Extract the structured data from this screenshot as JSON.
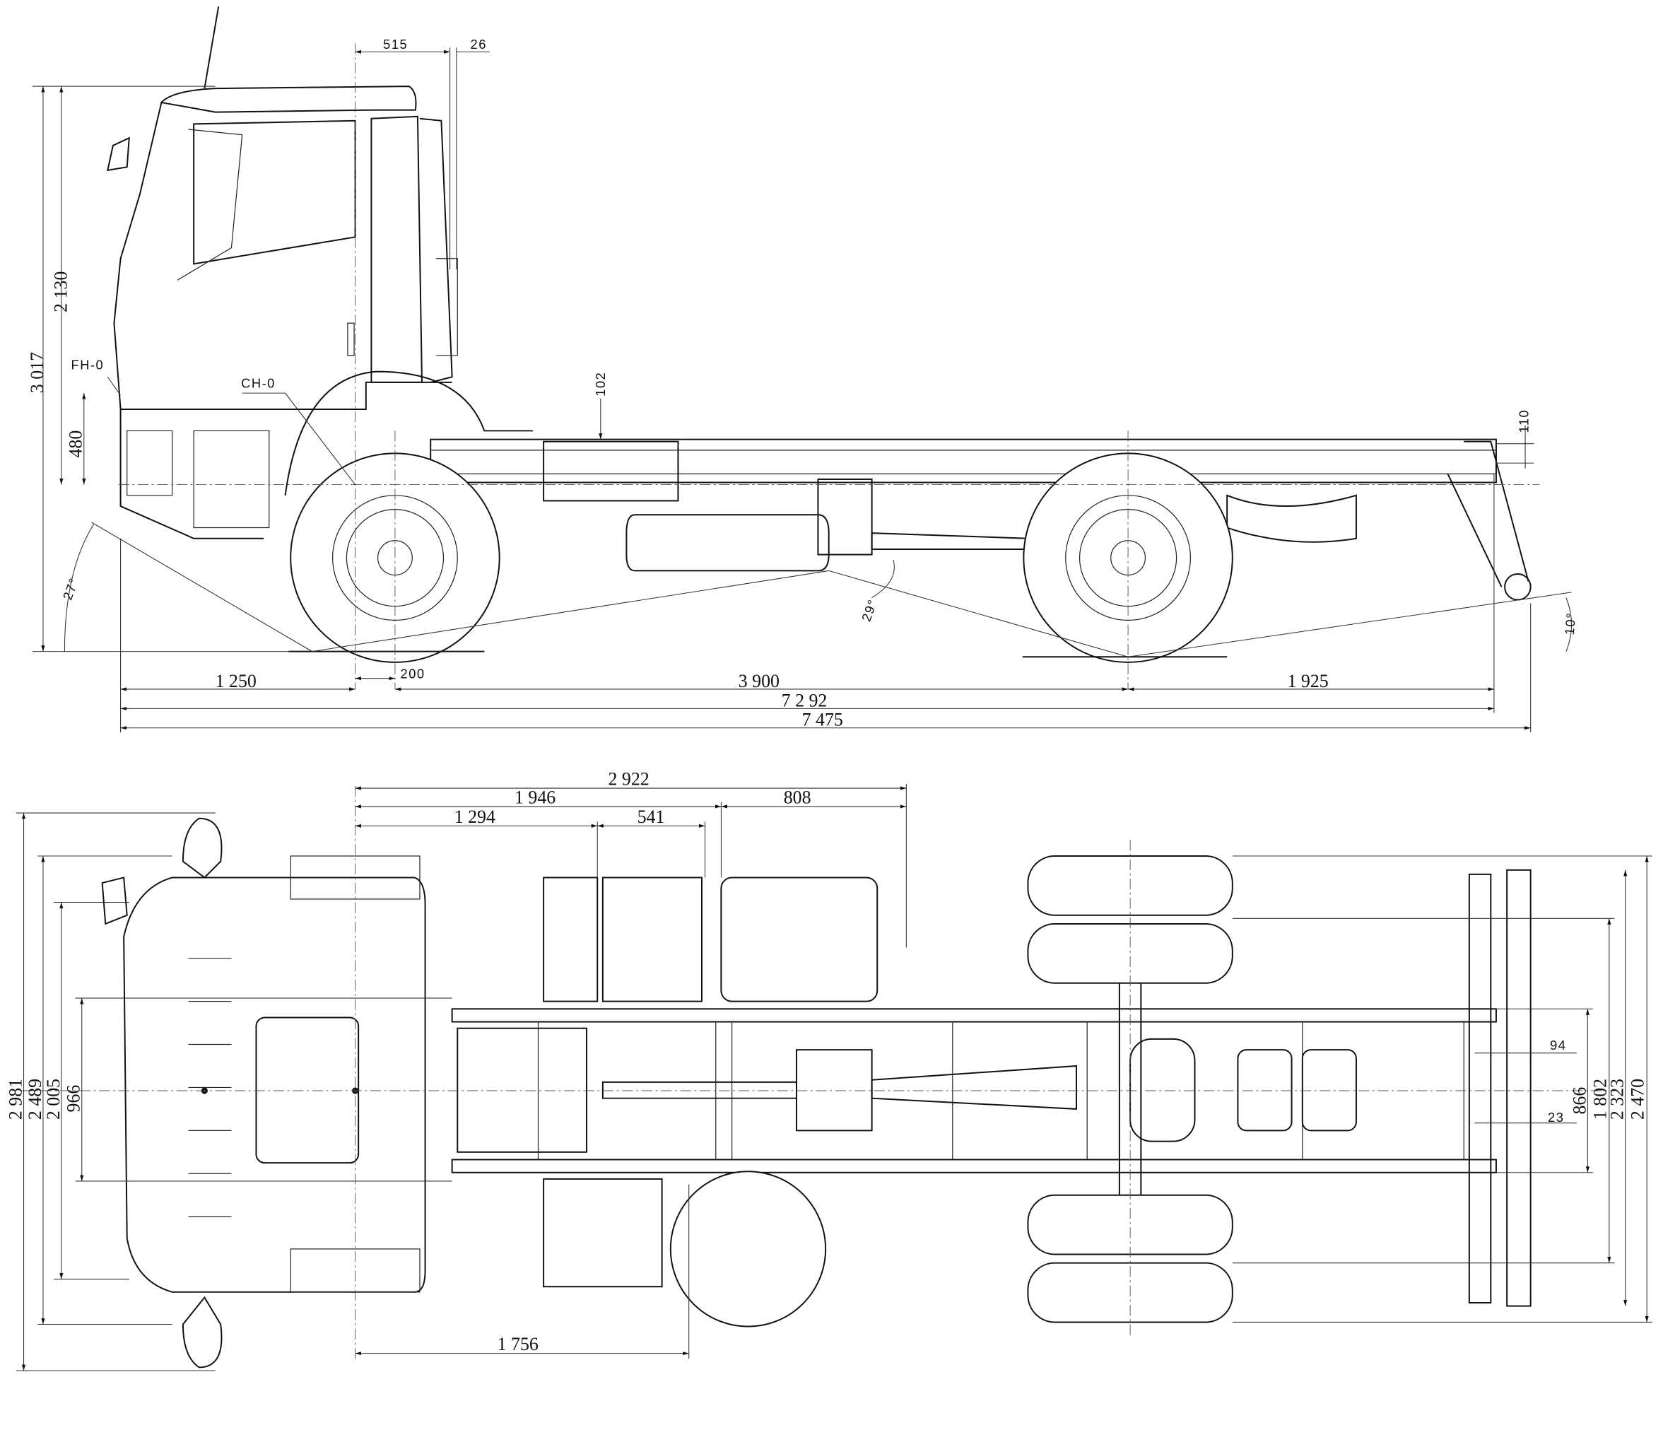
{
  "side_view": {
    "dims": {
      "cab_offset": "515",
      "cab_gap": "26",
      "overall_height": "3 017",
      "cab_height": "2 130",
      "frame_height": "480",
      "frame_top_rise": "102",
      "rear_frame": "110",
      "front_overhang": "1 250",
      "axle_offset": "200",
      "wheelbase": "3 900",
      "rear_overhang": "1 925",
      "frame_length": "7 2 92",
      "overall_length": "7 475"
    },
    "angles": {
      "approach": "27°",
      "ramp": "29°",
      "departure": "10°"
    },
    "markers": {
      "front_height_ref": "FH-0",
      "chassis_height_ref": "CH-0"
    }
  },
  "top_view": {
    "dims": {
      "to_tank_end": "2 922",
      "to_tank_start": "1 946",
      "tank_length": "808",
      "to_battery": "1 294",
      "battery_box": "541",
      "to_step": "1 756",
      "mirror_width": "2 981",
      "cab_width": "2 489",
      "cab_inner": "2 005",
      "frame_width_front": "966",
      "offset_94": "94",
      "frame_width_rear": "866",
      "rear_track": "1 802",
      "rear_tyre_outer": "2 323",
      "overall_width": "2 470",
      "offset_23": "23"
    }
  }
}
